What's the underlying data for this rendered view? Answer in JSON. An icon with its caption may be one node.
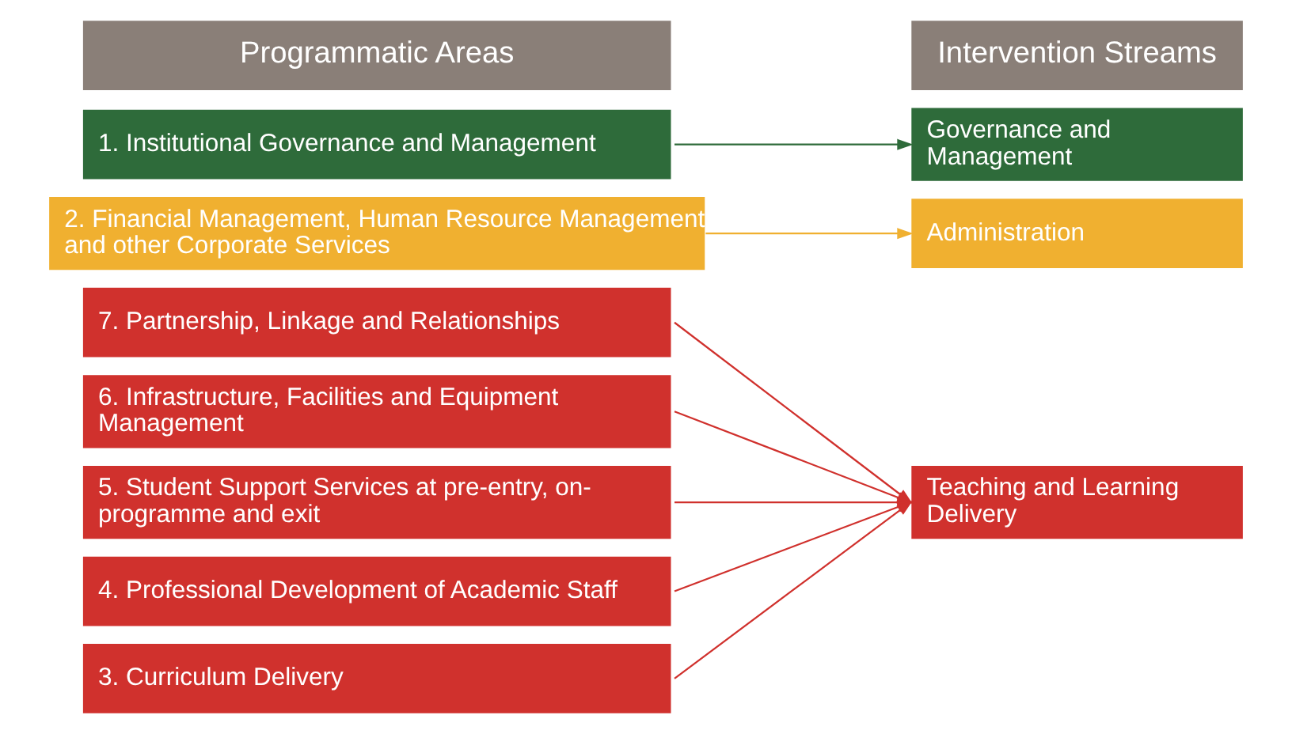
{
  "diagram": {
    "nodes": [
      {
        "text": [
          "Programmatic Areas"
        ]
      },
      {
        "text": [
          "1. Institutional Governance and Management"
        ]
      },
      {
        "text": [
          "2. Financial Management, Human Resource Management and other Corporate Services"
        ]
      },
      {
        "text": [
          "3. Curriculum Delivery"
        ]
      },
      {
        "text": [
          "4. Professional Development of Academic Staff"
        ]
      },
      {
        "text": [
          "5. Student Support Services at pre-entry, on-programme and exit"
        ]
      },
      {
        "text": [
          "6. Infrastructure, Facilities and Equipment Management"
        ]
      },
      {
        "text": [
          "7. Partnership, Linkage and Relationships"
        ]
      },
      {
        "text": [
          "Intervention Streams"
        ]
      },
      {
        "text": [
          "Governance and Management"
        ]
      },
      {
        "text": [
          "Administration"
        ]
      },
      {
        "text": [
          "Teaching and Learning Delivery"
        ]
      }
    ],
    "edges": [
      {
        "from": 1,
        "to": 9,
        "arrow": "to",
        "color": "#2e6b3a"
      },
      {
        "from": 2,
        "to": 10,
        "arrow": "to",
        "color": "#f0b030"
      },
      {
        "from": 3,
        "to": 11,
        "arrow": "to"
      },
      {
        "from": 4,
        "to": 11,
        "arrow": "to"
      },
      {
        "from": 5,
        "to": 11,
        "arrow": "to"
      },
      {
        "from": 6,
        "to": 11,
        "arrow": "to"
      },
      {
        "from": 7,
        "to": 11,
        "arrow": "to"
      }
    ]
  }
}
